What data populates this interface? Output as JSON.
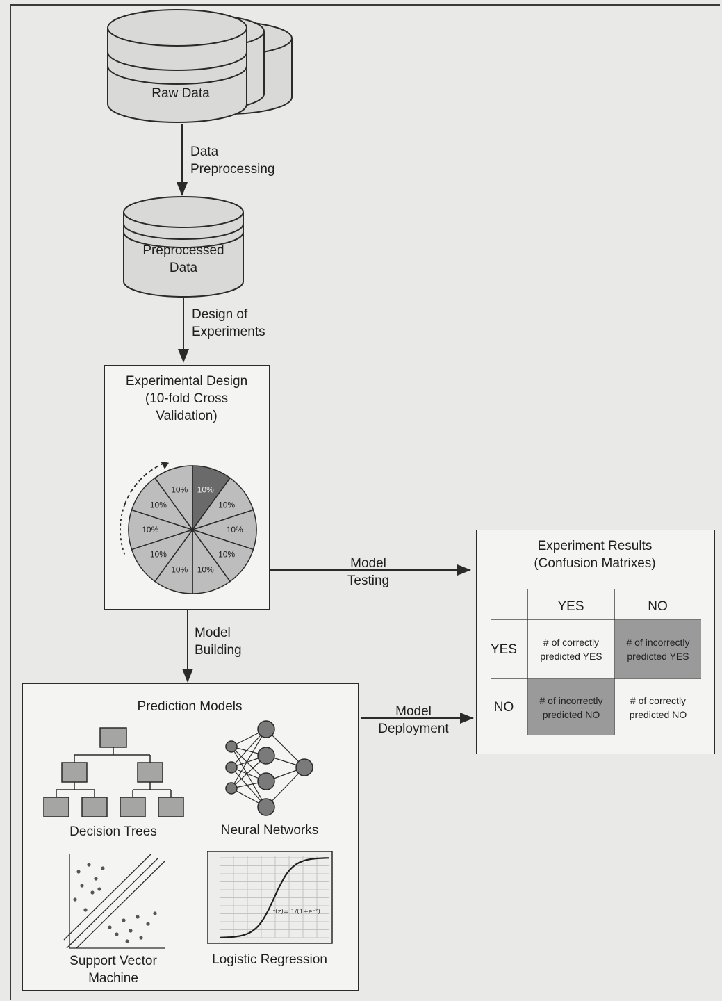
{
  "nodes": {
    "raw_data": "Raw Data",
    "preprocessed_data_line1": "Preprocessed",
    "preprocessed_data_line2": "Data",
    "experimental_design_line1": "Experimental Design",
    "experimental_design_line2": "(10-fold Cross",
    "experimental_design_line3": "Validation)",
    "prediction_models": "Prediction Models",
    "experiment_results_line1": "Experiment Results",
    "experiment_results_line2": "(Confusion Matrixes)"
  },
  "edges": {
    "data_preprocessing_line1": "Data",
    "data_preprocessing_line2": "Preprocessing",
    "design_of_experiments_line1": "Design of",
    "design_of_experiments_line2": "Experiments",
    "model_testing_line1": "Model",
    "model_testing_line2": "Testing",
    "model_building_line1": "Model",
    "model_building_line2": "Building",
    "model_deployment_line1": "Model",
    "model_deployment_line2": "Deployment"
  },
  "pie": {
    "slice_label": "10%",
    "slices": 10,
    "fill": "#bdbdbd",
    "highlight_fill": "#6a6a6a"
  },
  "models": {
    "decision_trees": "Decision Trees",
    "neural_networks": "Neural Networks",
    "svm_line1": "Support Vector",
    "svm_line2": "Machine",
    "logistic_regression": "Logistic Regression"
  },
  "confusion_matrix": {
    "col_yes": "YES",
    "col_no": "NO",
    "row_yes": "YES",
    "row_no": "NO",
    "tp_line1": "# of correctly",
    "tp_line2": "predicted YES",
    "fp_line1": "# of incorrectly",
    "fp_line2": "predicted YES",
    "fn_line1": "# of incorrectly",
    "fn_line2": "predicted NO",
    "tn_line1": "# of correctly",
    "tn_line2": "predicted NO",
    "correct_fill": "#f4f4f2",
    "incorrect_fill": "#9a9a9a"
  }
}
